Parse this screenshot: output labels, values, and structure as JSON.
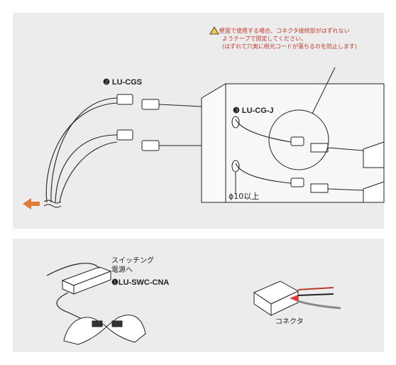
{
  "top": {
    "warning_lines": [
      "壁面で使用する場合、コネクタ接続部がはずれない",
      "ようテープで固定してください。",
      "(はずれて穴奥に根元コードが落ちるのを防止します)"
    ],
    "label_cgs": "❷ LU-CGS",
    "label_cgj": "❸ LU-CG-J",
    "label_hole": "ϕ10以上"
  },
  "bottom": {
    "power_label_1": "スイッチング",
    "power_label_2": "電源へ",
    "label_swc": "❶LU-SWC-CNA",
    "label_connector": "コネクタ"
  },
  "colors": {
    "panel": "#ececec",
    "warning": "#c0392b",
    "arrow": "#e07a3c",
    "line": "#222222"
  }
}
